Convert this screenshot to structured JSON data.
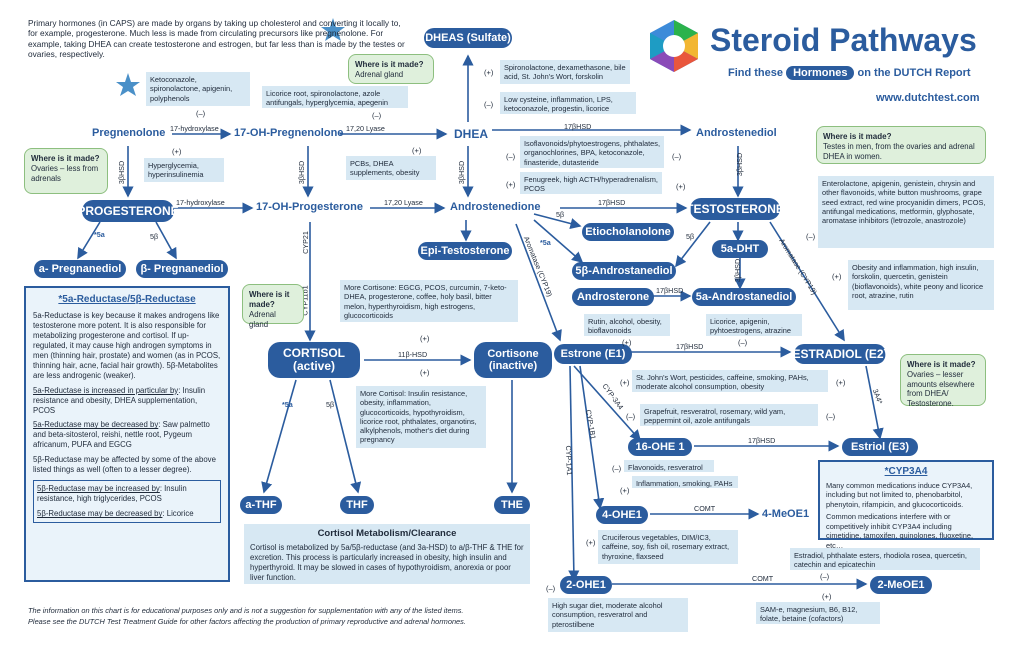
{
  "header": {
    "title": "Steroid Pathways",
    "subtitle_pre": "Find these",
    "subtitle_badge": "Hormones",
    "subtitle_post": "on the DUTCH Report",
    "url": "www.dutchtest.com",
    "intro": "Primary hormones (in CAPS) are made by organs by taking up cholesterol and converting it locally to, for example, progesterone. Much less is made from circulating precursors like pregnenolone. For example, taking DHEA can create testosterone and estrogen, but far less than is made by the testes or ovaries, respectively."
  },
  "hormones": {
    "pregnenolone": "Pregnenolone",
    "oh_pregnenolone": "17-OH-Pregnenolone",
    "dhea": "DHEA",
    "dheas": "DHEAS (Sulfate)",
    "androstenediol": "Androstenediol",
    "progesterone": "PROGESTERONE",
    "oh_progesterone": "17-OH-Progesterone",
    "androstenedione": "Androstenedione",
    "testosterone": "TESTOSTERONE",
    "a_pregnanediol": "a- Pregnanediol",
    "b_pregnanediol": "β- Pregnanediol",
    "epi_testosterone": "Epi-Testosterone",
    "etiocholanolone": "Etiocholanolone",
    "b_androstanediol": "5β-Androstanediol",
    "a_dht": "5a-DHT",
    "androsterone": "Androsterone",
    "a_androstanediol": "5a-Androstanediol",
    "cortisol": "CORTISOL\n(active)",
    "cortisone": "Cortisone\n(inactive)",
    "estrone": "Estrone (E1)",
    "estradiol": "ESTRADIOL (E2)",
    "ohe1_16": "16-OHE 1",
    "estriol": "Estriol (E3)",
    "ohe1_4": "4-OHE1",
    "meoe1_4": "4-MeOE1",
    "ohe1_2": "2-OHE1",
    "meoe1_2": "2-MeOE1",
    "a_thf": "a-THF",
    "thf": "THF",
    "the": "THE"
  },
  "enzymes": {
    "hydroxylase_17a": "17-hydroxylase",
    "hydroxylase_17b": "17-hydroxylase",
    "lyase_a": "17,20 Lyase",
    "lyase_b": "17,20 Lyase",
    "hsd_3b_a": "3βHSD",
    "hsd_3b_b": "3βHSD",
    "hsd_3b_c": "3βHSD",
    "hsd_3b_d": "3βHSD",
    "hsd_17b_a": "17βHSD",
    "hsd_17b_b": "17βHSD",
    "hsd_17b_c": "17βHSD",
    "hsd_17b_d": "17βHSD",
    "hsd_17b_e": "17βHSD",
    "cyp21": "CYP21",
    "cyp11b1": "CYP11b1",
    "hsd_11b": "11β-HSD",
    "aromatase_a": "Aromatase (CYP19)",
    "aromatase_b": "Aromatase (CYP19)",
    "b5_a": "5β",
    "b5_b": "5β",
    "b5_c": "5β",
    "b5_d": "5β",
    "a5_a": "*5a",
    "a5_b": "*5a",
    "a5_c": "*5a",
    "comt_a": "COMT",
    "comt_b": "COMT",
    "cyp3a4": "CYP-3A4",
    "cyp1b1": "CYP-1B1",
    "cyp1a1": "CYP-1A1",
    "a3a4": "3A4*",
    "hsd3b_dht": "3βHSD"
  },
  "where": {
    "preg_title": "Where is it made?",
    "preg_body": "Ovaries – less from adrenals",
    "dhea_title": "Where is it made?",
    "dhea_body": "Adrenal gland",
    "cort_title": "Where is it made?",
    "cort_body": "Adrenal gland",
    "test_title": "Where is it made?",
    "test_body": "Testes in men, from the ovaries and adrenal DHEA in women.",
    "estr_title": "Where is it made?",
    "estr_body": "Ovaries – lesser amounts elsewhere from DHEA/ Testosterone."
  },
  "modifiers": {
    "keto": "Ketoconazole, spironolactone, apigenin, polyphenols",
    "licorice": "Licorice root, spironolactone, azole antifungals, hyperglycemia, apegenin",
    "hyperglycemia": "Hyperglycemia, hyperinsulinemia",
    "pcbs": "PCBs, DHEA supplements, obesity",
    "spiro_dheas": "Spironolactone, dexamethasone, bile acid, St. John's Wort, forskolin",
    "lowcysteine": "Low cysteine, inflammation, LPS, ketoconazole, progestin, licorice",
    "isoflav": "Isoflavonoids/phytoestrogens, phthalates, organochlorines, BPA, ketoconazole, finasteride, dutasteride",
    "fenugreek": "Fenugreek, high ACTH/hyperadrenalism, PCOS",
    "entero": "Enterolactone, apigenin, genistein, chrysin and other flavonoids, white button mushrooms, grape seed extract, red wine procyanidin dimers, PCOS, antifungal medications, metformin, glyphosate, aromatase inhibitors (letrozole, anastrozole)",
    "obesity_arom": "Obesity and inflammation, high insulin, forskolin, quercetin, genistein (bioflavonoids), white peony and licorice root, atrazine, rutin",
    "more_cortisone": "More Cortisone: EGCG, PCOS, curcumin, 7-keto-DHEA, progesterone, coffee, holy basil, bitter melon, hyperthyroidism, high estrogens, glucocorticoids",
    "more_cortisol": "More Cortisol: Insulin resistance, obesity, inflammation, glucocorticoids, hypothyroidism, licorice root, phthalates, organotins, alkylphenols, mother's diet during pregnancy",
    "rutin": "Rutin, alcohol, obesity, bioflavonoids",
    "licorice_e": "Licorice, apigenin, pyhtoestrogens, atrazine",
    "sjw": "St. John's Wort, pesticides, caffeine, smoking, PAHs, moderate alcohol consumption, obesity",
    "grapefruit": "Grapefruit, resveratrol, rosemary, wild yam, peppermint oil, azole antifungals",
    "flavonoids": "Flavonoids, resveratrol",
    "inflammation": "Inflammation, smoking, PAHs",
    "cruciferous": "Cruciferous vegetables, DIM/IC3, caffeine, soy, fish oil, rosemary extract, thyroxine, flaxseed",
    "sugar": "High sugar diet, moderate alcohol consumption, resveratrol and pterostilbene",
    "estradiol_comt": "Estradiol, phthalate esters, rhodiola rosea, quercetin, catechin and epicatechin",
    "same": "SAM-e, magnesium, B6, B12, folate, betaine (cofactors)"
  },
  "panel_5a": {
    "title": "*5a-Reductase/5β-Reductase",
    "p1": "5a-Reductase is key because it makes androgens like testosterone more potent. It is also responsible for metabolizing progesterone and cortisol. If up-regulated, it may cause high androgen symptoms in men (thinning hair, prostate) and women (as in PCOS, thinning hair, acne, facial hair growth). 5β-Metabolites are less androgenic (weaker).",
    "p2_label": "5a-Reductase is increased in particular by",
    "p2": ": Insulin resistance and obesity, DHEA supplementation, PCOS",
    "p3_label": "5a-Reductase may be decreased by",
    "p3": ": Saw palmetto and beta-sitosterol, reishi, nettle root, Pygeum africanum, PUFA and EGCG",
    "p4": "5β-Reductase may be affected by some of the above listed things as well (often to a lesser degree).",
    "p5_label": "5β-Reductase may be increased by",
    "p5": ": Insulin resistance, high triglycerides, PCOS",
    "p6_label": "5β-Reductase may be decreased by",
    "p6": ": Licorice"
  },
  "panel_cortisol": {
    "title": "Cortisol Metabolism/Clearance",
    "body": "Cortisol is metabolized by 5a/5β-reductase (and 3a-HSD) to a/β-THF & THE for excretion. This process is particularly increased in obesity, high insulin and hyperthyroid. It may be slowed in cases of hypothyroidism, anorexia or poor liver function."
  },
  "panel_cyp": {
    "title": "*CYP3A4",
    "p1": "Many common medications induce CYP3A4, including but not limited to, phenobarbitol, phenytoin, rifampicin, and glucocorticoids.",
    "p2": "Common medications interfere with or competitively inhibit CYP3A4 including cimetidine, tamoxifen, quinolones, fluoxetine, etc…"
  },
  "footer": {
    "line1": "The information on this chart is for educational purposes only and is not a suggestion for supplementation with any of the listed items.",
    "line2": "Please see the DUTCH Test Treatment Guide for other factors affecting the production of primary reproductive and adrenal hormones."
  },
  "signs": {
    "plus": "(+)",
    "minus": "(–)"
  },
  "colors": {
    "accent": "#2b5c9e",
    "box": "#d7e8f3",
    "green": "#dff0dc",
    "star": "#4a90c8"
  }
}
